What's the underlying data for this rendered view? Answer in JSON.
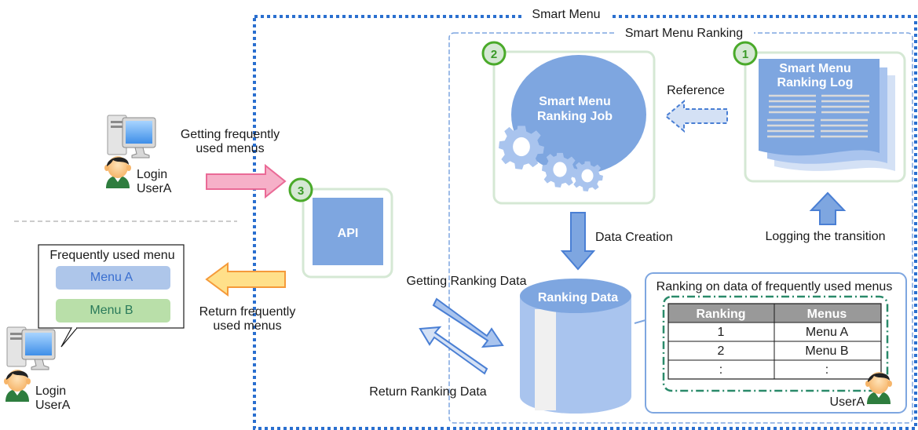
{
  "groups": {
    "smart_menu": "Smart Menu",
    "smart_menu_ranking": "Smart Menu Ranking"
  },
  "steps": {
    "step1": "1",
    "step2": "2",
    "step3": "3"
  },
  "components": {
    "job": [
      "Smart Menu",
      "Ranking Job"
    ],
    "log": [
      "Smart Menu",
      "Ranking Log"
    ],
    "api": "API",
    "db": "Ranking Data"
  },
  "flows": {
    "getting_menus": [
      "Getting frequently",
      "used menus"
    ],
    "return_menus": [
      "Return frequently",
      "used menus"
    ],
    "reference": "Reference",
    "data_creation": "Data Creation",
    "logging": "Logging the transition",
    "getting_ranking": "Getting Ranking Data",
    "return_ranking": "Return Ranking Data"
  },
  "users": {
    "top": [
      "Login",
      "UserA"
    ],
    "bottom": [
      "Login",
      "UserA"
    ],
    "table_user": "UserA"
  },
  "menu_popup": {
    "title": "Frequently used menu",
    "items": [
      "Menu A",
      "Menu B"
    ]
  },
  "ranking_panel": {
    "title": "Ranking on data of frequently used menus",
    "headers": [
      "Ranking",
      "Menus"
    ],
    "rows": [
      [
        "1",
        "Menu A"
      ],
      [
        "2",
        "Menu B"
      ],
      [
        ":",
        ":"
      ]
    ]
  },
  "colors": {
    "blue": "#7ea6e0",
    "dark_blue": "#4a7fd4",
    "green_ring": "#4aaa2a",
    "pink": "#f6b0c8",
    "orange": "#ffe08a"
  }
}
